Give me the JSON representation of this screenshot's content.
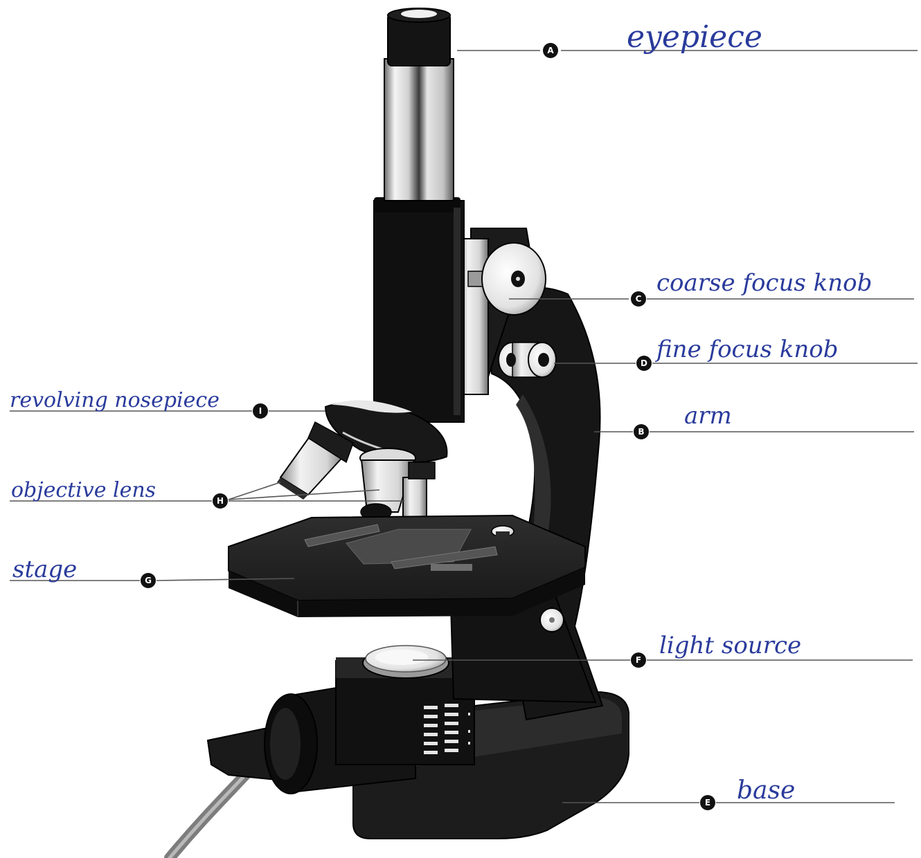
{
  "colors": {
    "ink": "#2a3b9c",
    "body": "#141414",
    "metal_light": "#e8e8e8",
    "metal_mid": "#a8a8a8",
    "line": "#555555"
  },
  "labels": [
    {
      "id": "A",
      "marker": "A",
      "answer": "eyepiece"
    },
    {
      "id": "B",
      "marker": "B",
      "answer": "arm"
    },
    {
      "id": "C",
      "marker": "C",
      "answer": "coarse focus knob"
    },
    {
      "id": "D",
      "marker": "D",
      "answer": "fine focus knob"
    },
    {
      "id": "E",
      "marker": "E",
      "answer": "base"
    },
    {
      "id": "F",
      "marker": "F",
      "answer": "light source"
    },
    {
      "id": "G",
      "marker": "G",
      "answer": "stage"
    },
    {
      "id": "H",
      "marker": "H",
      "answer": "objective lens"
    },
    {
      "id": "I",
      "marker": "I",
      "answer": "revolving nosepiece"
    }
  ]
}
